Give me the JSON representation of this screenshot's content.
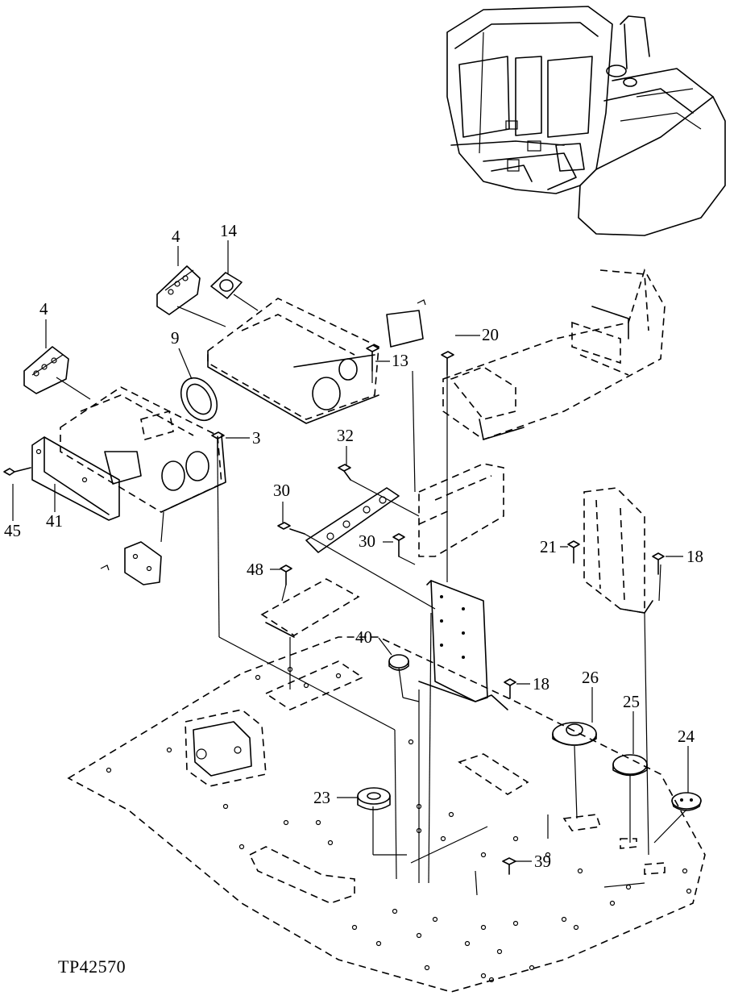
{
  "figure": {
    "reference_code": "TP42570",
    "callouts": [
      {
        "id": "c4a",
        "label": "4"
      },
      {
        "id": "c14",
        "label": "14"
      },
      {
        "id": "c4b",
        "label": "4"
      },
      {
        "id": "c9",
        "label": "9"
      },
      {
        "id": "c13",
        "label": "13"
      },
      {
        "id": "c20",
        "label": "20"
      },
      {
        "id": "c3",
        "label": "3"
      },
      {
        "id": "c32",
        "label": "32"
      },
      {
        "id": "c45",
        "label": "45"
      },
      {
        "id": "c41",
        "label": "41"
      },
      {
        "id": "c30a",
        "label": "30"
      },
      {
        "id": "c30b",
        "label": "30"
      },
      {
        "id": "c21",
        "label": "21"
      },
      {
        "id": "c18a",
        "label": "18"
      },
      {
        "id": "c48",
        "label": "48"
      },
      {
        "id": "c40",
        "label": "40"
      },
      {
        "id": "c18b",
        "label": "18"
      },
      {
        "id": "c26",
        "label": "26"
      },
      {
        "id": "c25",
        "label": "25"
      },
      {
        "id": "c24",
        "label": "24"
      },
      {
        "id": "c23",
        "label": "23"
      },
      {
        "id": "c39",
        "label": "39"
      }
    ]
  }
}
